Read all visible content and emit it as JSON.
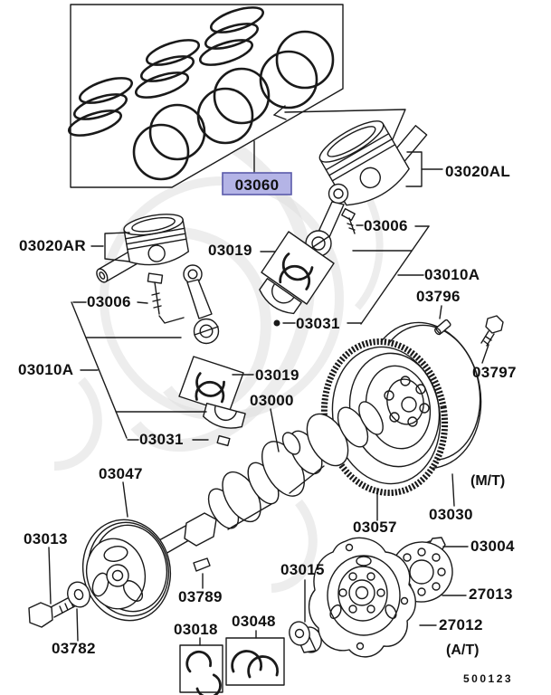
{
  "diagram": {
    "sheet_number": "500123",
    "highlight": {
      "fill": "#b4b4e6",
      "border": "#5a5aaa"
    },
    "line_color": "#1a1a1a",
    "labels": {
      "p03060": "03060",
      "p03020al": "03020AL",
      "p03020ar": "03020AR",
      "p03006_left": "03006",
      "p03006_right": "03006",
      "p03019_upper": "03019",
      "p03019_lower": "03019",
      "p03010a_left": "03010A",
      "p03010a_right": "03010A",
      "p03031_left": "03031",
      "p03031_mid": "03031",
      "p03796": "03796",
      "p03797": "03797",
      "p03000": "03000",
      "p03047": "03047",
      "p03013": "03013",
      "p03782": "03782",
      "p03789": "03789",
      "p03018": "03018",
      "p03048": "03048",
      "p03015": "03015",
      "p03057": "03057",
      "p03030": "03030",
      "p03004": "03004",
      "p27013": "27013",
      "p27012": "27012",
      "note_mt": "(M/T)",
      "note_at": "(A/T)"
    }
  }
}
